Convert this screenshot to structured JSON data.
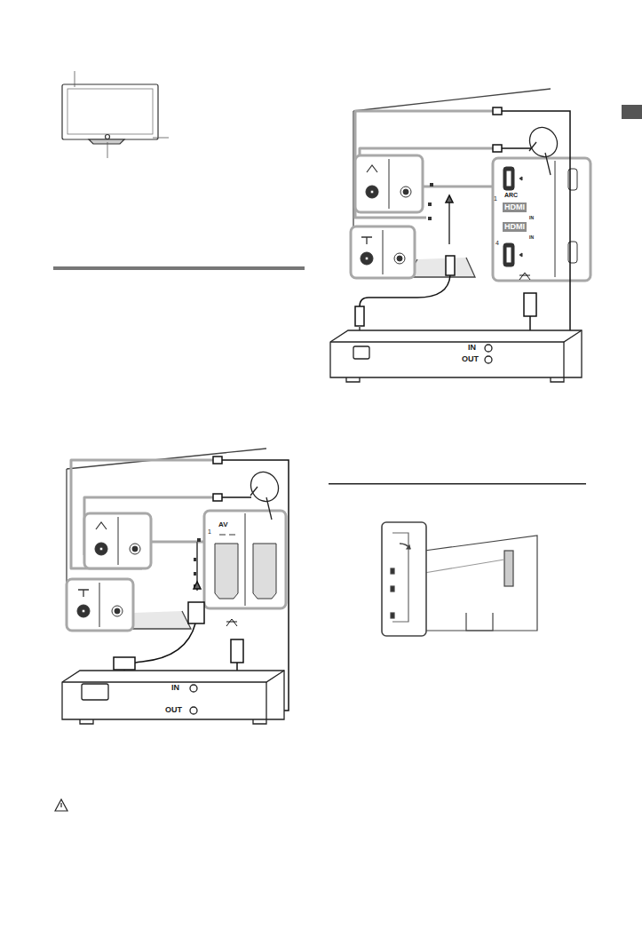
{
  "diagram": {
    "labels": [
      "AV",
      "1",
      "IN",
      "OUT",
      "1",
      "ARC",
      "HDMI",
      "IN",
      "HDMI",
      "IN",
      "4",
      "IN",
      "OUT"
    ]
  }
}
